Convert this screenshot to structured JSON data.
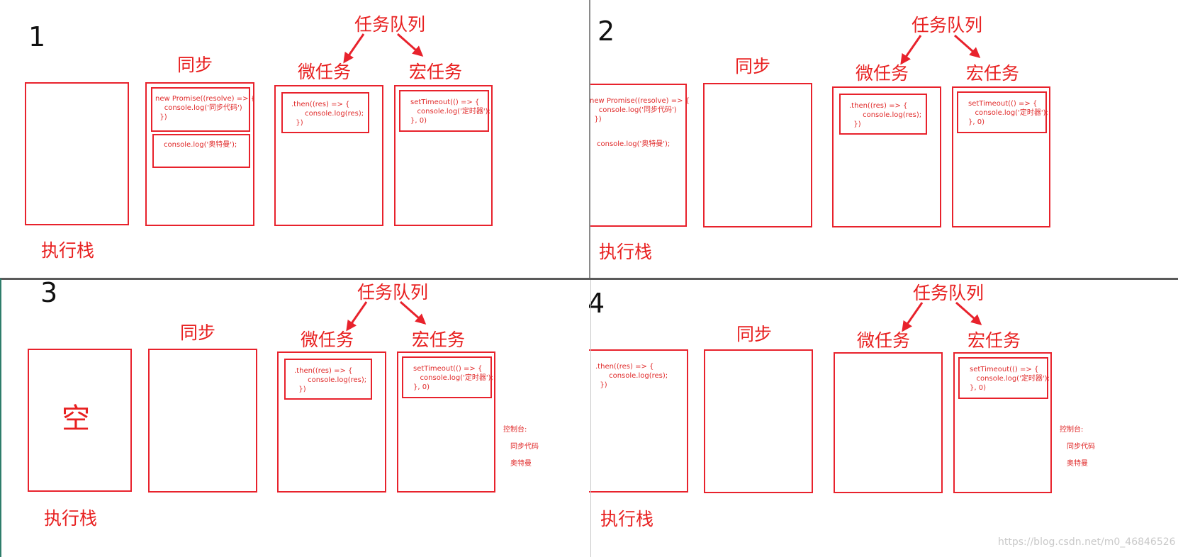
{
  "labels": {
    "exec_stack": "执行栈",
    "sync": "同步",
    "micro": "微任务",
    "macro": "宏任务",
    "task_queue": "任务队列",
    "empty": "空"
  },
  "code": {
    "promise": "new Promise((resolve) => {\n    console.log('同步代码')\n  })",
    "aoteman": "console.log('奥特曼');",
    "then": ".then((res) => {\n      console.log(res);\n  })",
    "timeout": "setTimeout(() => {\n   console.log('定时器');\n}, 0)"
  },
  "console": {
    "title": "控制台:",
    "lines": [
      "同步代码",
      "奥特曼"
    ]
  },
  "panels": [
    {
      "number": "1"
    },
    {
      "number": "2"
    },
    {
      "number": "3"
    },
    {
      "number": "4"
    }
  ],
  "watermark": "https://blog.csdn.net/m0_46846526",
  "colors": {
    "accent": "#e8222c",
    "text": "#111111"
  }
}
